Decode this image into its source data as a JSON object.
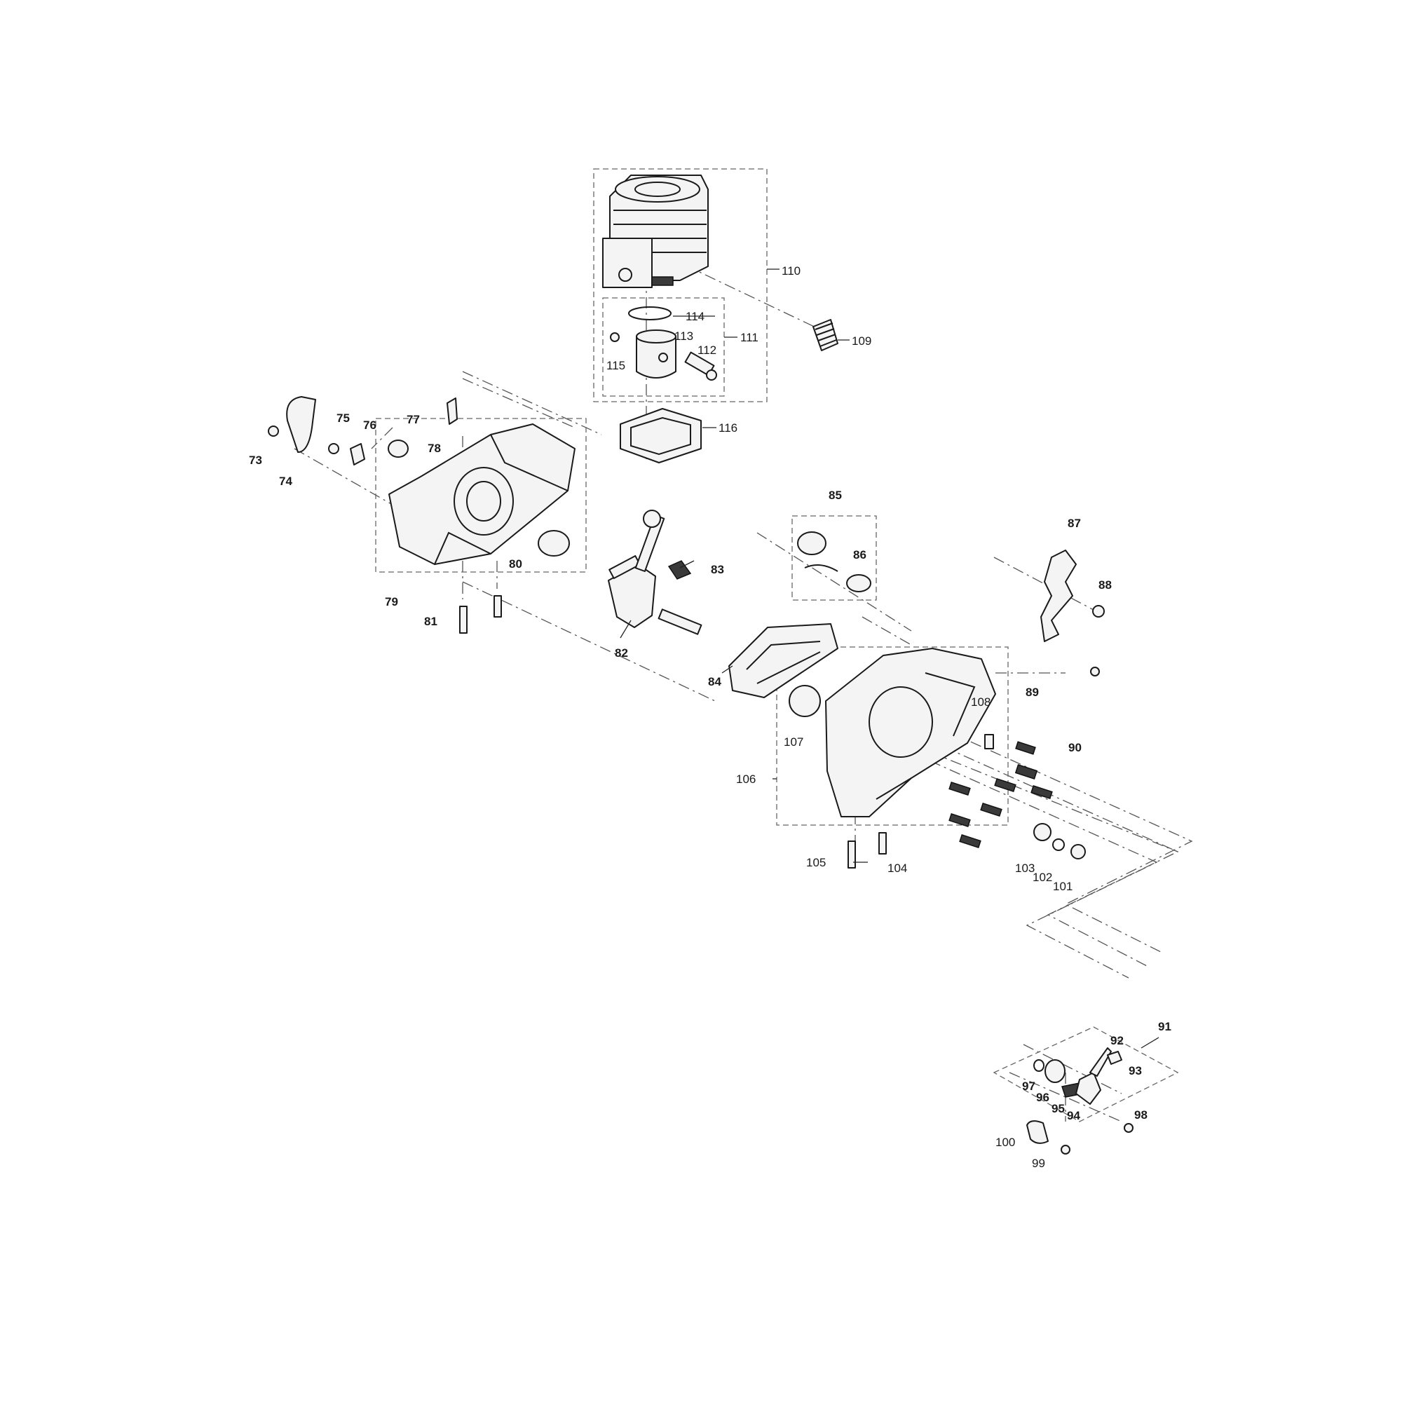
{
  "labels": {
    "p73": "73",
    "p74": "74",
    "p75": "75",
    "p76": "76",
    "p77": "77",
    "p78": "78",
    "p79": "79",
    "p80": "80",
    "p81": "81",
    "p82": "82",
    "p83": "83",
    "p84": "84",
    "p85": "85",
    "p86": "86",
    "p87": "87",
    "p88": "88",
    "p89": "89",
    "p90": "90",
    "p91": "91",
    "p92": "92",
    "p93": "93",
    "p94": "94",
    "p95": "95",
    "p96": "96",
    "p97": "97",
    "p98": "98",
    "p99": "99",
    "p100": "100",
    "p101": "101",
    "p102": "102",
    "p103": "103",
    "p104": "104",
    "p105": "105",
    "p106": "106",
    "p107": "107",
    "p108": "108",
    "p109": "109",
    "p110": "110",
    "p111": "111",
    "p112": "112",
    "p113": "113",
    "p114": "114",
    "p115": "115",
    "p116": "116"
  }
}
